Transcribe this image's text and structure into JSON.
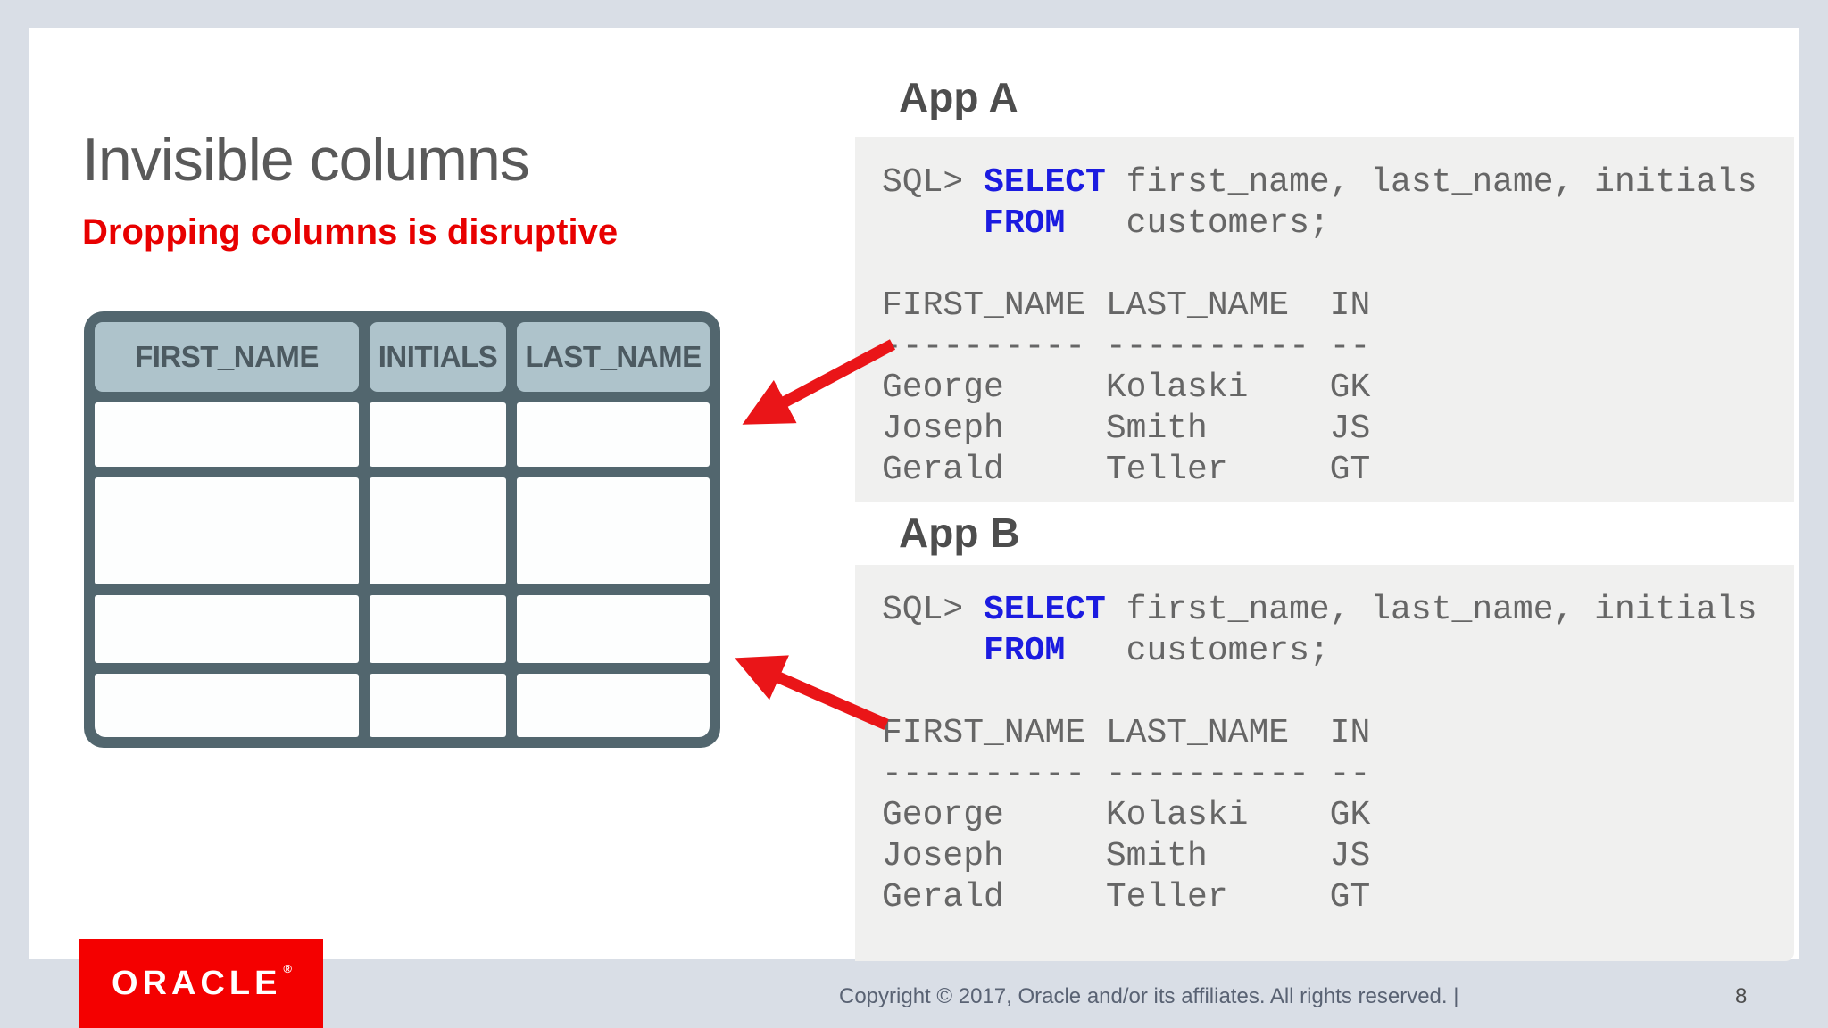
{
  "slide": {
    "title": "Invisible columns",
    "subtitle": "Dropping columns is disruptive"
  },
  "table": {
    "headers": [
      "FIRST_NAME",
      "INITIALS",
      "LAST_NAME"
    ],
    "body_rows": 4,
    "body_cells_empty": true
  },
  "apps": [
    {
      "label": "App A",
      "code": {
        "prompt": "SQL> ",
        "select_kw": "SELECT",
        "line1_rest": " first_name, last_name, initials",
        "line2_indent": "     ",
        "from_kw": "FROM",
        "line2_rest": "   customers;",
        "result": [
          "FIRST_NAME LAST_NAME  IN",
          "---------- ---------- --",
          "George     Kolaski    GK",
          "Joseph     Smith      JS",
          "Gerald     Teller     GT"
        ]
      }
    },
    {
      "label": "App B",
      "code": {
        "prompt": "SQL> ",
        "select_kw": "SELECT",
        "line1_rest": " first_name, last_name, initials",
        "line2_indent": "     ",
        "from_kw": "FROM",
        "line2_rest": "   customers;",
        "result": [
          "FIRST_NAME LAST_NAME  IN",
          "---------- ---------- --",
          "George     Kolaski    GK",
          "Joseph     Smith      JS",
          "Gerald     Teller     GT"
        ]
      }
    }
  ],
  "footer": {
    "copyright": "Copyright © 2017, Oracle and/or its affiliates. All rights reserved.  |",
    "page_number": "8"
  },
  "logo": {
    "text": "ORACLE",
    "registered_mark": "®"
  },
  "colors": {
    "frame_background": "#d9dee6",
    "slide_background": "#ffffff",
    "table_border": "#52666e",
    "table_header_fill": "#aec3cb",
    "table_header_text": "#4c5a61",
    "code_box_background": "#f0f0ef",
    "code_text": "#666666",
    "keyword_blue": "#1b1be0",
    "subtitle_red": "#e80000",
    "arrow_red": "#ea1518",
    "oracle_red": "#f40000",
    "title_gray": "#595959"
  }
}
